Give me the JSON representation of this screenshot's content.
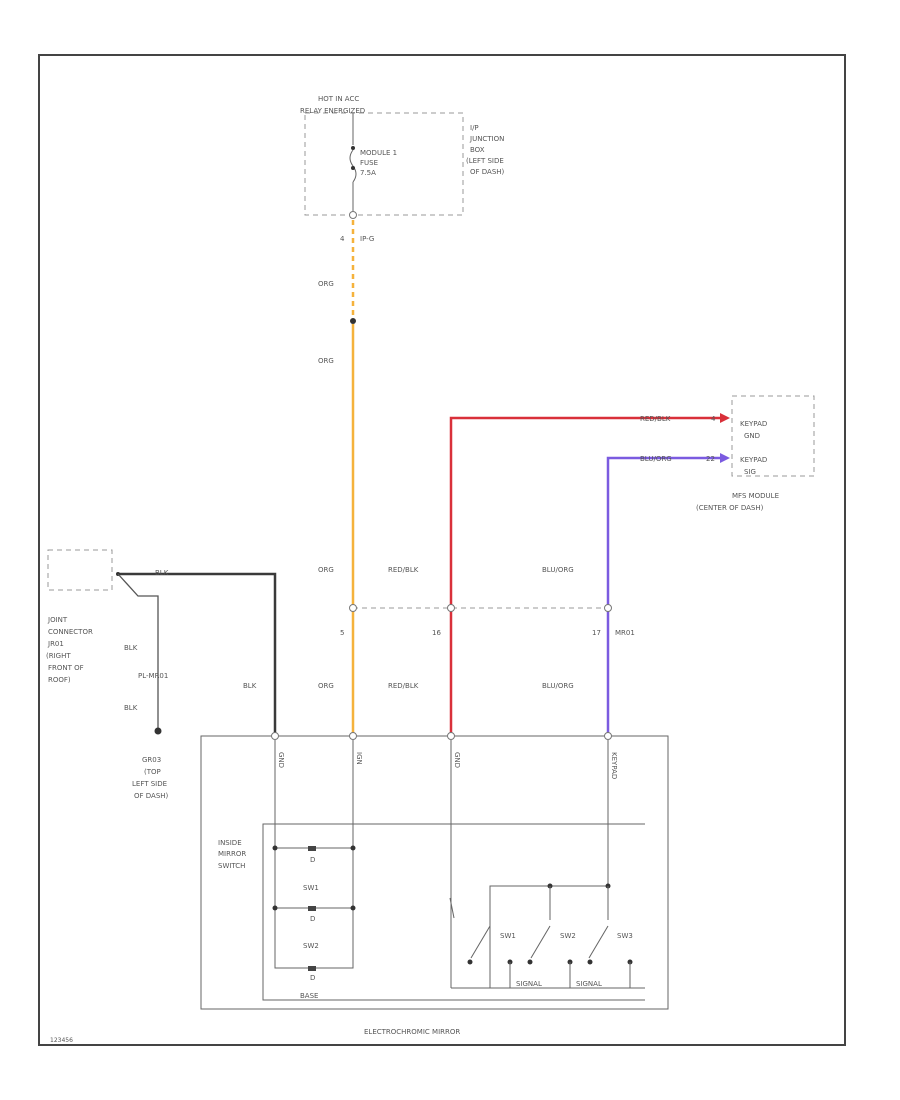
{
  "hot_at_all_times": {
    "line1": "HOT IN ACC",
    "line2": "RELAY ENERGIZED"
  },
  "fuse": {
    "line1": "MODULE 1",
    "line2": "FUSE",
    "line3": "7.5A"
  },
  "junction_box": {
    "line1": "I/P",
    "line2": "JUNCTION",
    "line3": "BOX",
    "line4": "(LEFT SIDE",
    "line5": "OF DASH)"
  },
  "connector_ip": {
    "pin": "4",
    "name": "IP-G"
  },
  "wires": {
    "org_top": "ORG",
    "org_mid": "ORG",
    "org_low": "ORG",
    "org_bottom": "ORG",
    "red_top": "RED/BLK",
    "blu_top": "BLU/ORG",
    "red_mid": "RED/BLK",
    "blu_mid": "BLU/ORG",
    "red_bottom": "RED/BLK",
    "blu_bottom": "BLU/ORG",
    "blk_top": "BLK",
    "blk_right": "BLK",
    "blk_joint": "BLK",
    "blk_joint_low": "BLK"
  },
  "keypad": {
    "pin1": "4",
    "pin1_name_a": "KEYPAD",
    "pin1_name_b": "GND",
    "pin2": "22",
    "pin2_name_a": "KEYPAD",
    "pin2_name_b": "SIG",
    "module_a": "MFS MODULE",
    "module_b": "(CENTER OF DASH)"
  },
  "mirror_connector": {
    "pin_org": "5",
    "pin_red": "16",
    "pin_blu": "17",
    "name": "MR01"
  },
  "joint": {
    "line1": "JOINT",
    "line2": "CONNECTOR",
    "line3": "JR01",
    "line4": "(RIGHT",
    "line5": "FRONT OF",
    "line6": "ROOF)",
    "conn": "PL-MR01"
  },
  "ground": {
    "line1": "GR03",
    "line2": "(TOP",
    "line3": "LEFT SIDE",
    "line4": "OF DASH)"
  },
  "mirror_pins": {
    "gnd": "GND",
    "ign": "IGN",
    "gnd2": "GND",
    "keypad": "KEYPAD"
  },
  "switch": {
    "line1": "INSIDE",
    "line2": "MIRROR",
    "line3": "SWITCH",
    "d1": "D",
    "sw1": "SW1",
    "d2": "D",
    "sw2": "SW2",
    "d3": "D",
    "r_sw1": "SW1",
    "r_sw2": "SW2",
    "r_sw3": "SW3",
    "signal1": "SIGNAL",
    "signal2": "SIGNAL",
    "base": "BASE"
  },
  "component": "ELECTROCHROMIC MIRROR",
  "figure_id": "123456"
}
